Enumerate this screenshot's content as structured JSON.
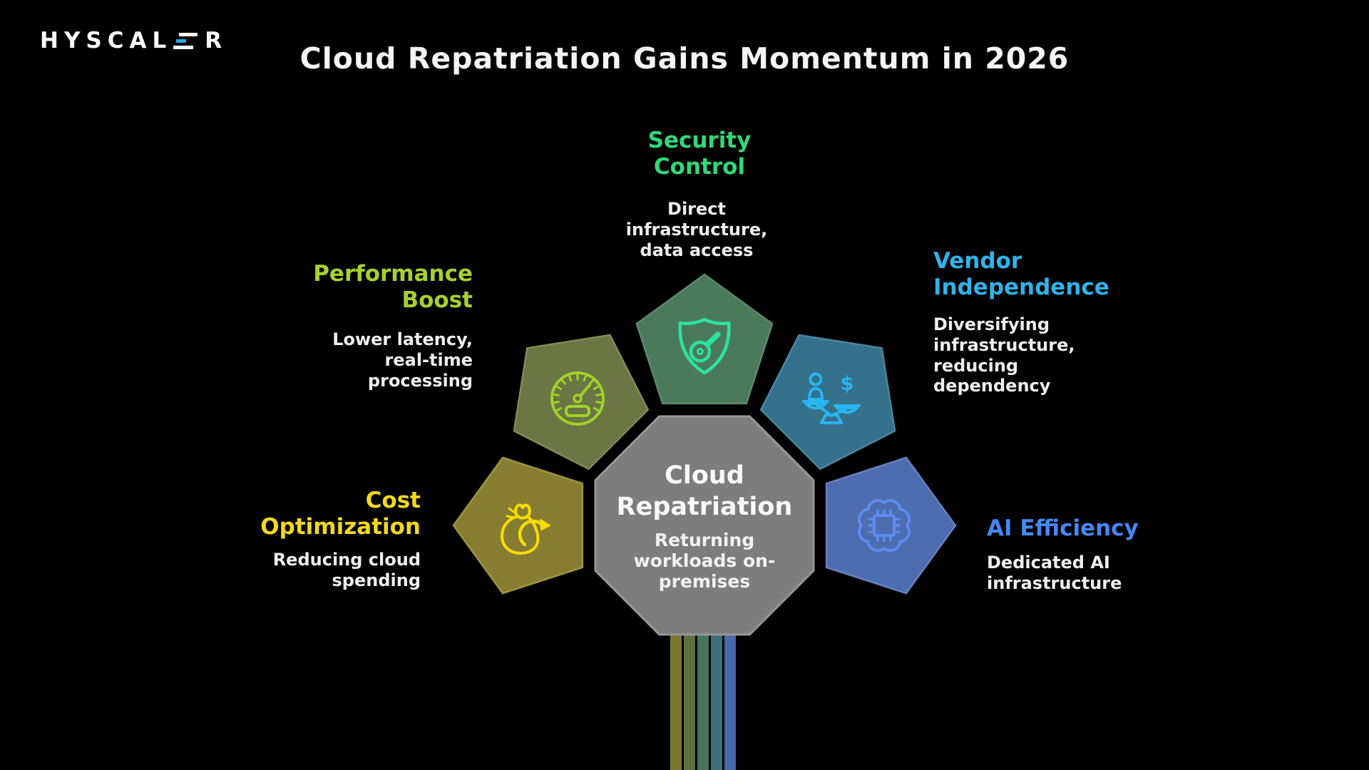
{
  "background_color": "#000000",
  "brand": {
    "logo_left": "HYSCAL",
    "logo_right": "R",
    "logo_accent_color": "#2ba7e8"
  },
  "title": "Cloud Repatriation Gains Momentum in 2026",
  "center": {
    "title": "Cloud\nRepatriation",
    "subtitle": "Returning\nworkloads on-\npremises",
    "fill": "#7d7d7d",
    "edge": "#989898"
  },
  "petals": [
    {
      "id": "cost-optimization",
      "label": "Cost\nOptimization",
      "description": "Reducing cloud\nspending",
      "label_color": "#f3d81d",
      "fill": "#867d31",
      "edge": "#9d9440",
      "icon": "money-bag-icon",
      "icon_color": "#f8dd00"
    },
    {
      "id": "performance-boost",
      "label": "Performance\nBoost",
      "description": "Lower latency,\nreal-time\nprocessing",
      "label_color": "#a6d02f",
      "fill": "#6c7544",
      "edge": "#828c52",
      "icon": "speedometer-icon",
      "icon_color": "#9fd328"
    },
    {
      "id": "security-control",
      "label": "Security\nControl",
      "description": "Direct\ninfrastructure,\ndata access",
      "label_color": "#2fd878",
      "fill": "#4b7a5b",
      "edge": "#5b8a6a",
      "icon": "shield-key-icon",
      "icon_color": "#2ce3a1"
    },
    {
      "id": "vendor-independence",
      "label": "Vendor\nIndependence",
      "description": "Diversifying\ninfrastructure,\nreducing\ndependency",
      "label_color": "#2fb3e9",
      "fill": "#35718a",
      "edge": "#4a86a0",
      "icon": "balance-scale-icon",
      "icon_color": "#29b4f2"
    },
    {
      "id": "ai-efficiency",
      "label": "AI Efficiency",
      "description": "Dedicated AI\ninfrastructure",
      "label_color": "#4787f3",
      "fill": "#4e6cb0",
      "edge": "#6781c2",
      "icon": "brain-chip-icon",
      "icon_color": "#5e8bf0"
    }
  ],
  "trunk_colors": [
    "#7a7630",
    "#5c6e3e",
    "#45755a",
    "#3d6f7d",
    "#4a69a8"
  ],
  "currency_symbol": "$"
}
